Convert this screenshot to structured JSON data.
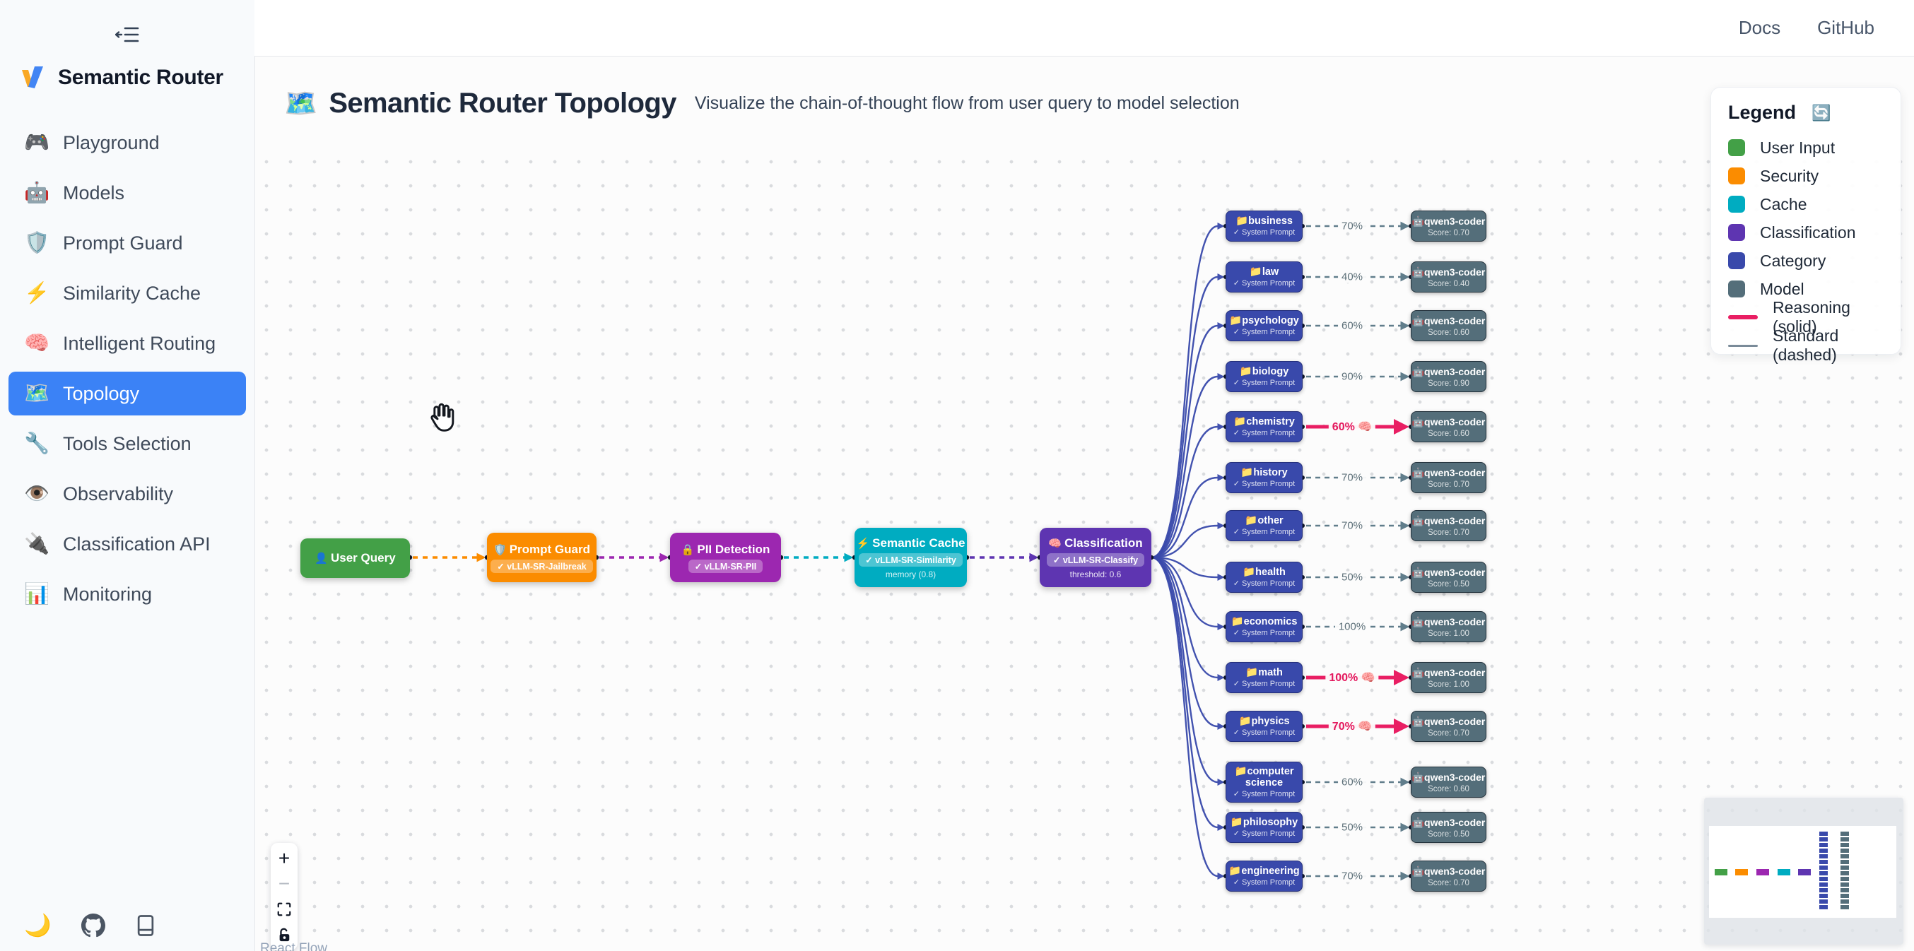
{
  "sidebar": {
    "logo": "Semantic Router",
    "collapse_icon": "collapse-sidebar-icon",
    "items": [
      {
        "icon": "🎮",
        "label": "Playground",
        "active": false
      },
      {
        "icon": "🤖",
        "label": "Models",
        "active": false
      },
      {
        "icon": "🛡️",
        "label": "Prompt Guard",
        "active": false
      },
      {
        "icon": "⚡",
        "label": "Similarity Cache",
        "active": false
      },
      {
        "icon": "🧠",
        "label": "Intelligent Routing",
        "active": false
      },
      {
        "icon": "🗺️",
        "label": "Topology",
        "active": true
      },
      {
        "icon": "🔧",
        "label": "Tools Selection",
        "active": false
      },
      {
        "icon": "👁️",
        "label": "Observability",
        "active": false
      },
      {
        "icon": "🔌",
        "label": "Classification API",
        "active": false
      },
      {
        "icon": "📊",
        "label": "Monitoring",
        "active": false
      }
    ],
    "footer_icons": [
      "moon-icon",
      "github-icon",
      "book-icon"
    ],
    "moon_icon": "🌙",
    "active_color": "#3b82f6"
  },
  "topbar": {
    "links": [
      "Docs",
      "GitHub"
    ]
  },
  "header": {
    "icon": "🗺️",
    "title": "Semantic Router Topology",
    "subtitle": "Visualize the chain-of-thought flow from user query to model selection"
  },
  "legend": {
    "title": "Legend",
    "refresh_icon": "🔄",
    "node_types": [
      {
        "label": "User Input",
        "color": "#43a047"
      },
      {
        "label": "Security",
        "color": "#fb8c00"
      },
      {
        "label": "Cache",
        "color": "#00acc1"
      },
      {
        "label": "Classification",
        "color": "#5e35b1"
      },
      {
        "label": "Category",
        "color": "#3949ab"
      },
      {
        "label": "Model",
        "color": "#546e7a"
      }
    ],
    "edge_types": [
      {
        "label": "Reasoning (solid)",
        "color": "#e91e63",
        "style": "solid"
      },
      {
        "label": "Standard (dashed)",
        "color": "#7a8b99",
        "style": "dashed"
      }
    ]
  },
  "flow": {
    "pipeline": [
      {
        "icon": "👤",
        "title": "User Query",
        "color": "#43a047",
        "badge": null,
        "subtext": null
      },
      {
        "icon": "🛡️",
        "title": "Prompt Guard",
        "color": "#fb8c00",
        "badge": "✓ vLLM-SR-Jailbreak",
        "subtext": null
      },
      {
        "icon": "🔒",
        "title": "PII Detection",
        "color": "#9c27b0",
        "badge": "✓ vLLM-SR-PII",
        "subtext": null
      },
      {
        "icon": "⚡",
        "title": "Semantic Cache",
        "color": "#00acc1",
        "badge": "✓ vLLM-SR-Similarity",
        "subtext": "memory (0.8)"
      },
      {
        "icon": "🧠",
        "title": "Classification",
        "color": "#5e35b1",
        "badge": "✓ vLLM-SR-Classify",
        "subtext": "threshold: 0.6"
      }
    ],
    "category_icon": "📁",
    "category_sub": "✓ System Prompt",
    "categories": [
      {
        "name": "business",
        "pct": "70%",
        "reasoning": false,
        "score": "0.70"
      },
      {
        "name": "law",
        "pct": "40%",
        "reasoning": false,
        "score": "0.40"
      },
      {
        "name": "psychology",
        "pct": "60%",
        "reasoning": false,
        "score": "0.60"
      },
      {
        "name": "biology",
        "pct": "90%",
        "reasoning": false,
        "score": "0.90"
      },
      {
        "name": "chemistry",
        "pct": "60%",
        "reasoning": true,
        "score": "0.60"
      },
      {
        "name": "history",
        "pct": "70%",
        "reasoning": false,
        "score": "0.70"
      },
      {
        "name": "other",
        "pct": "70%",
        "reasoning": false,
        "score": "0.70"
      },
      {
        "name": "health",
        "pct": "50%",
        "reasoning": false,
        "score": "0.50"
      },
      {
        "name": "economics",
        "pct": "100%",
        "reasoning": false,
        "score": "1.00"
      },
      {
        "name": "math",
        "pct": "100%",
        "reasoning": true,
        "score": "1.00"
      },
      {
        "name": "physics",
        "pct": "70%",
        "reasoning": true,
        "score": "0.70"
      },
      {
        "name": "computer science",
        "pct": "60%",
        "reasoning": false,
        "score": "0.60"
      },
      {
        "name": "philosophy",
        "pct": "50%",
        "reasoning": false,
        "score": "0.50"
      },
      {
        "name": "engineering",
        "pct": "70%",
        "reasoning": false,
        "score": "0.70"
      }
    ],
    "model": {
      "icon": "🤖",
      "name": "qwen3-coder",
      "score_label": "Score:"
    },
    "reasoning_brain": "🧠",
    "edge_colors": {
      "standard": "#607d8b",
      "reasoning": "#e91e63",
      "fanout": "#3949ab"
    },
    "cursor_icon": "grab-hand-cursor"
  },
  "controls": {
    "zoom_in": "+",
    "zoom_out": "−",
    "icons": [
      "fit-view-icon",
      "lock-icon"
    ]
  },
  "attribution": "React Flow",
  "minimap": {
    "pipeline_colors": [
      "#43a047",
      "#fb8c00",
      "#9c27b0",
      "#00acc1",
      "#5e35b1"
    ],
    "category_color": "#3949ab",
    "category_count": 14,
    "model_color": "#546e7a",
    "model_count": 14
  }
}
